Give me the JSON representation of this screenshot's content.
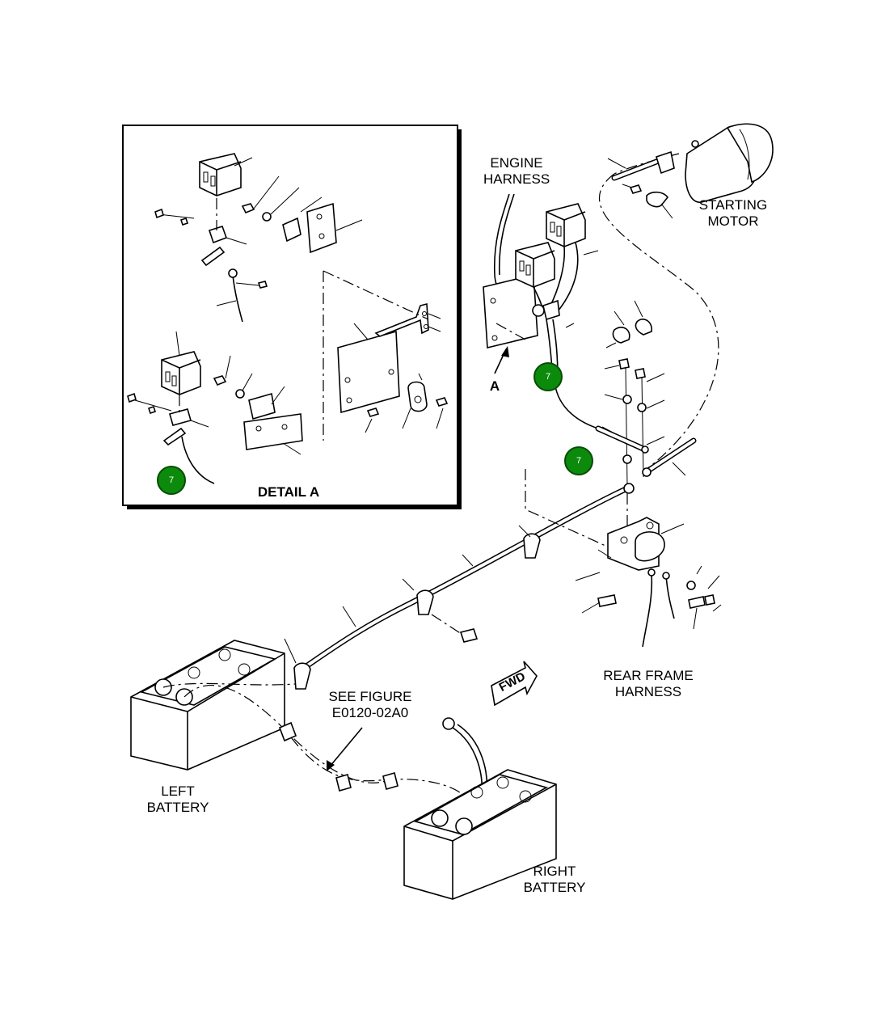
{
  "labels": {
    "engine_harness": "ENGINE\nHARNESS",
    "starting_motor": "STARTING\nMOTOR",
    "detail_a": "DETAIL A",
    "view_a": "A",
    "rear_frame_harness": "REAR FRAME\nHARNESS",
    "see_figure": "SEE FIGURE\nE0120-02A0",
    "left_battery": "LEFT\nBATTERY",
    "right_battery": "RIGHT\nBATTERY",
    "fwd": "FWD"
  },
  "callouts": [
    {
      "id": "callout-1",
      "text": "7",
      "color": "#0b8a0b"
    },
    {
      "id": "callout-2",
      "text": "7",
      "color": "#0b8a0b"
    },
    {
      "id": "callout-3",
      "text": "7",
      "color": "#0b8a0b"
    }
  ]
}
